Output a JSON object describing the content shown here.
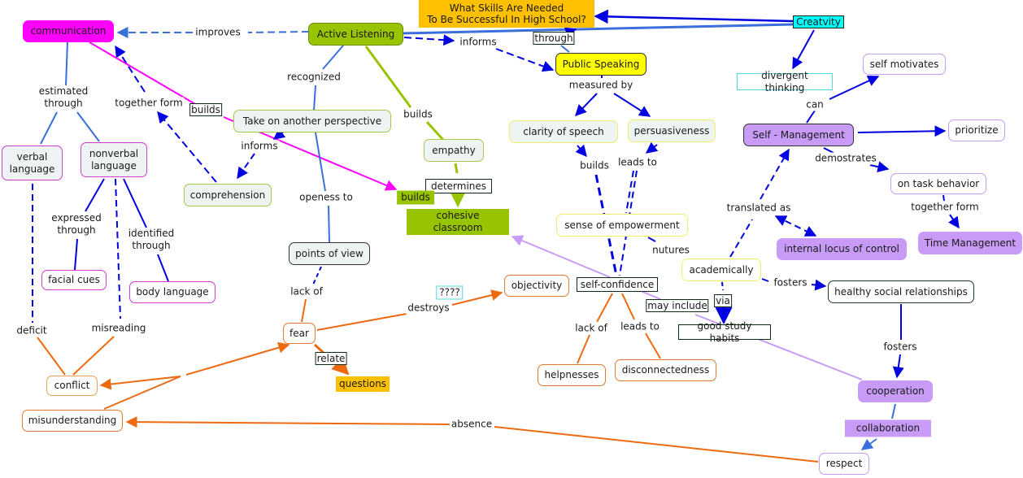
{
  "title": "What Skills Are Needed\nTo Be Successful In High School?",
  "colors": {
    "blue": "#0000e0",
    "steel_blue": "#3b6fdc",
    "green": "#98c300",
    "magenta": "#ff00ff",
    "orange": "#ee6a10",
    "lavender": "#c79bf6",
    "yellow": "#ffff00",
    "gold": "#ffc000",
    "cyan": "#00ffff"
  },
  "nodes": [
    {
      "id": "title",
      "text": "What Skills Are Needed\nTo Be Successful In High School?",
      "style": "gold-box"
    },
    {
      "id": "creativity",
      "text": "Creatvity",
      "style": "cyan-box"
    },
    {
      "id": "communication",
      "text": "communication",
      "style": "magenta-fill"
    },
    {
      "id": "active_listening",
      "text": "Active Listening",
      "style": "green-fill"
    },
    {
      "id": "public_speaking",
      "text": "Public Speaking",
      "style": "yellow-fill"
    },
    {
      "id": "divergent_thinking",
      "text": "divergent thinking",
      "style": "cyan-outline"
    },
    {
      "id": "self_motivates",
      "text": "self motivates",
      "style": "lavender-outline"
    },
    {
      "id": "self_management",
      "text": "Self - Management",
      "style": "lavender-fill-dark"
    },
    {
      "id": "prioritize",
      "text": "prioritize",
      "style": "lavender-outline"
    },
    {
      "id": "take_perspective",
      "text": "Take on another perspective",
      "style": "green-outline"
    },
    {
      "id": "empathy",
      "text": "empathy",
      "style": "green-outline"
    },
    {
      "id": "clarity_speech",
      "text": "clarity of speech",
      "style": "yellow-outline"
    },
    {
      "id": "persuasiveness",
      "text": "persuasiveness",
      "style": "yellow-outline"
    },
    {
      "id": "verbal_language",
      "text": "verbal\nlanguage",
      "style": "magenta-outline"
    },
    {
      "id": "nonverbal_language",
      "text": "nonverbal\nlanguage",
      "style": "magenta-outline"
    },
    {
      "id": "comprehension",
      "text": "comprehension",
      "style": "green-outline"
    },
    {
      "id": "cohesive_classroom",
      "text": "cohesive classroom",
      "style": "green-square"
    },
    {
      "id": "on_task_behavior",
      "text": "on task behavior",
      "style": "lavender-outline"
    },
    {
      "id": "time_management",
      "text": "Time Management",
      "style": "lavender-fill"
    },
    {
      "id": "internal_locus",
      "text": "internal locus of control",
      "style": "lavender-fill"
    },
    {
      "id": "sense_empowerment",
      "text": "sense of empowerment",
      "style": "yellow-white"
    },
    {
      "id": "points_of_view",
      "text": "points of view",
      "style": "dark-outline"
    },
    {
      "id": "facial_cues",
      "text": "facial cues",
      "style": "magenta-white"
    },
    {
      "id": "body_language",
      "text": "body language",
      "style": "magenta-white"
    },
    {
      "id": "academically",
      "text": "academically",
      "style": "yellow-white"
    },
    {
      "id": "healthy_social",
      "text": "healthy social relationships",
      "style": "darkgreen-white"
    },
    {
      "id": "objectivity",
      "text": "objectivity",
      "style": "orange-white"
    },
    {
      "id": "self_confidence",
      "text": "self-confidence",
      "style": "square-dark"
    },
    {
      "id": "fear",
      "text": "fear",
      "style": "orange-white"
    },
    {
      "id": "good_study_habits",
      "text": "good study habits",
      "style": "square-dark"
    },
    {
      "id": "questions",
      "text": "questions",
      "style": "gold-square"
    },
    {
      "id": "conflict",
      "text": "conflict",
      "style": "orange-white"
    },
    {
      "id": "helpnesses",
      "text": "helpnesses",
      "style": "orange-white"
    },
    {
      "id": "disconnectedness",
      "text": "disconnectedness",
      "style": "orange-white"
    },
    {
      "id": "cooperation",
      "text": "cooperation",
      "style": "lavender-fill"
    },
    {
      "id": "misunderstanding",
      "text": "misunderstanding",
      "style": "orange-white"
    },
    {
      "id": "respect",
      "text": "respect",
      "style": "lavender-outline"
    }
  ],
  "link_labels": [
    {
      "id": "improves",
      "text": "improves"
    },
    {
      "id": "informs_1",
      "text": "informs"
    },
    {
      "id": "through",
      "text": "through",
      "style": "boxed"
    },
    {
      "id": "recognized",
      "text": "recognized"
    },
    {
      "id": "estimated_through",
      "text": "estimated\nthrough"
    },
    {
      "id": "together_form_1",
      "text": "together form"
    },
    {
      "id": "builds_box",
      "text": "builds",
      "style": "boxed"
    },
    {
      "id": "builds_green_edge",
      "text": "builds"
    },
    {
      "id": "measured_by",
      "text": "measured by"
    },
    {
      "id": "can",
      "text": "can"
    },
    {
      "id": "demostrates",
      "text": "demostrates"
    },
    {
      "id": "informs_2",
      "text": "informs"
    },
    {
      "id": "determines",
      "text": "determines",
      "style": "boxed"
    },
    {
      "id": "builds_filled",
      "text": "builds",
      "style": "filled-green"
    },
    {
      "id": "builds_speech",
      "text": "builds"
    },
    {
      "id": "leads_to_1",
      "text": "leads to"
    },
    {
      "id": "openess_to",
      "text": "openess to"
    },
    {
      "id": "expressed_through",
      "text": "expressed\nthrough"
    },
    {
      "id": "identified_through",
      "text": "identified\nthrough"
    },
    {
      "id": "translated_as",
      "text": "translated as"
    },
    {
      "id": "together_form_2",
      "text": "together form"
    },
    {
      "id": "nutures",
      "text": "nutures"
    },
    {
      "id": "lack_of_1",
      "text": "lack of"
    },
    {
      "id": "question_marks",
      "text": "????",
      "style": "boxed-cyan"
    },
    {
      "id": "destroys",
      "text": "destroys"
    },
    {
      "id": "fosters_1",
      "text": "fosters"
    },
    {
      "id": "may_include",
      "text": "may include",
      "style": "boxed"
    },
    {
      "id": "via",
      "text": "via",
      "style": "boxed"
    },
    {
      "id": "deficit",
      "text": "deficit"
    },
    {
      "id": "misreading",
      "text": "misreading"
    },
    {
      "id": "relate",
      "text": "relate",
      "style": "boxed"
    },
    {
      "id": "lack_of_2",
      "text": "lack of"
    },
    {
      "id": "leads_to_2",
      "text": "leads to"
    },
    {
      "id": "fosters_2",
      "text": "fosters"
    },
    {
      "id": "collaboration",
      "text": "collaboration",
      "style": "filled-purple"
    },
    {
      "id": "absence",
      "text": "absence"
    }
  ]
}
